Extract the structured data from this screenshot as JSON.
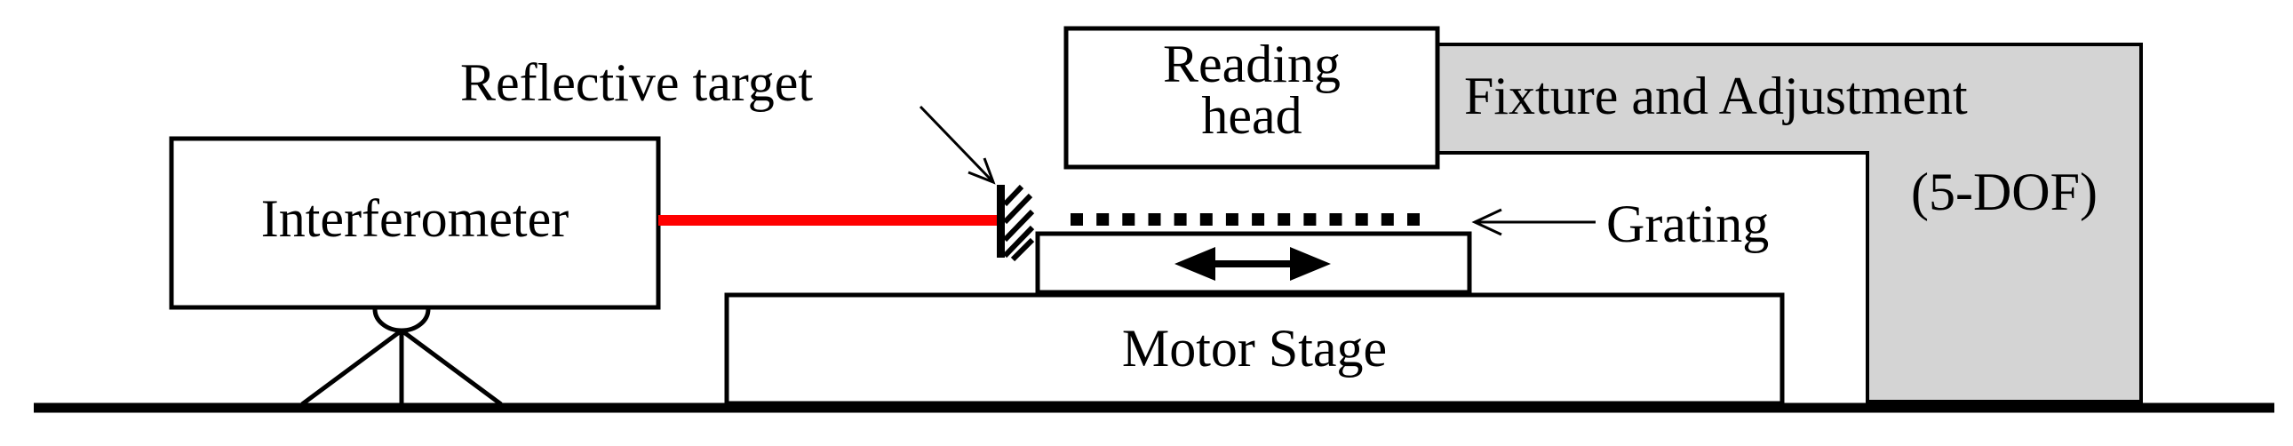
{
  "labels": {
    "interferometer": "Interferometer",
    "reflective_target": "Reflective target",
    "reading_head_line1": "Reading",
    "reading_head_line2": "head",
    "fixture_line1": "Fixture and Adjustment",
    "fixture_line2": "(5-DOF)",
    "grating": "Grating",
    "motor_stage": "Motor Stage"
  },
  "colors": {
    "laser_beam": "#ff0000",
    "fixture_fill": "#d4d4d4",
    "outline": "#000000"
  },
  "grating_dash_count": 14
}
